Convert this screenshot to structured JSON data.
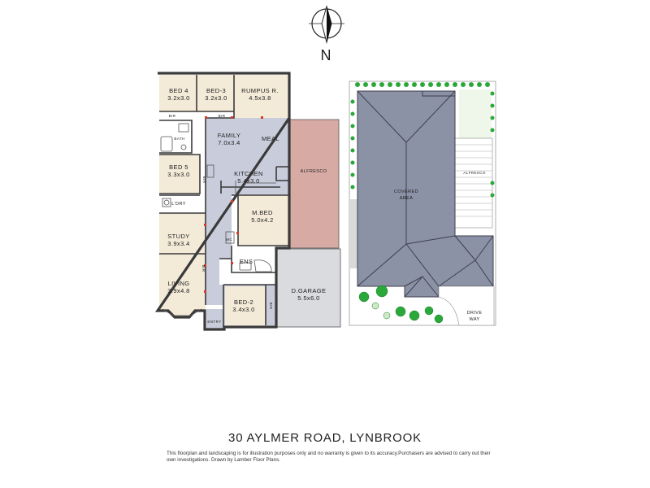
{
  "compass": {
    "label": "N"
  },
  "rooms": {
    "bed4": {
      "name": "BED 4",
      "size": "3.2x3.0"
    },
    "bed3": {
      "name": "BED-3",
      "size": "3.2x3.0"
    },
    "rumpus": {
      "name": "RUMPUS R.",
      "size": "4.5x3.8"
    },
    "family": {
      "name": "FAMILY",
      "size": "7.0x3.4"
    },
    "meal": {
      "name": "MEAL"
    },
    "kitchen": {
      "name": "KITCHEN",
      "size": "5.4x3.0"
    },
    "bed5": {
      "name": "BED 5",
      "size": "3.3x3.0"
    },
    "ldry": {
      "name": "L'DRY"
    },
    "study": {
      "name": "STUDY",
      "size": "3.9x3.4"
    },
    "mbed": {
      "name": "M.BED",
      "size": "5.0x4.2"
    },
    "ens": {
      "name": "ENS"
    },
    "living": {
      "name": "LIVING",
      "size": "3.9x4.8"
    },
    "bed2": {
      "name": "BED-2",
      "size": "3.4x3.0"
    },
    "garage": {
      "name": "D.GARAGE",
      "size": "5.5x6.0"
    },
    "alfresco": {
      "name": "ALFRESCO"
    },
    "entry": {
      "name": "ENTRY"
    },
    "bath": {
      "name": "BATH"
    },
    "wc": {
      "name": "WC"
    }
  },
  "bir_label": "BIR",
  "site": {
    "covered_area_line1": "COVERED",
    "covered_area_line2": "AREA",
    "alfresco": "ALFRESCO",
    "driveway_line1": "DRIVE",
    "driveway_line2": "WAY"
  },
  "colors": {
    "bedroom": "#f3ead8",
    "living": "#c9ccdb",
    "alfresco": "#d7aaa3",
    "garage": "#dadbdf",
    "wet": "#ffffff",
    "roof": "#8c92a6",
    "hedge": "#2aa83a"
  },
  "footer": {
    "address": "30 AYLMER ROAD, LYNBROOK",
    "disclaimer": "This floorplan and landscaping is for illustration purposes only and no warranty is given to its accuracy.Purchasers are advised to carry out their own investigations. Drawn by Lamber Floor Plans."
  }
}
